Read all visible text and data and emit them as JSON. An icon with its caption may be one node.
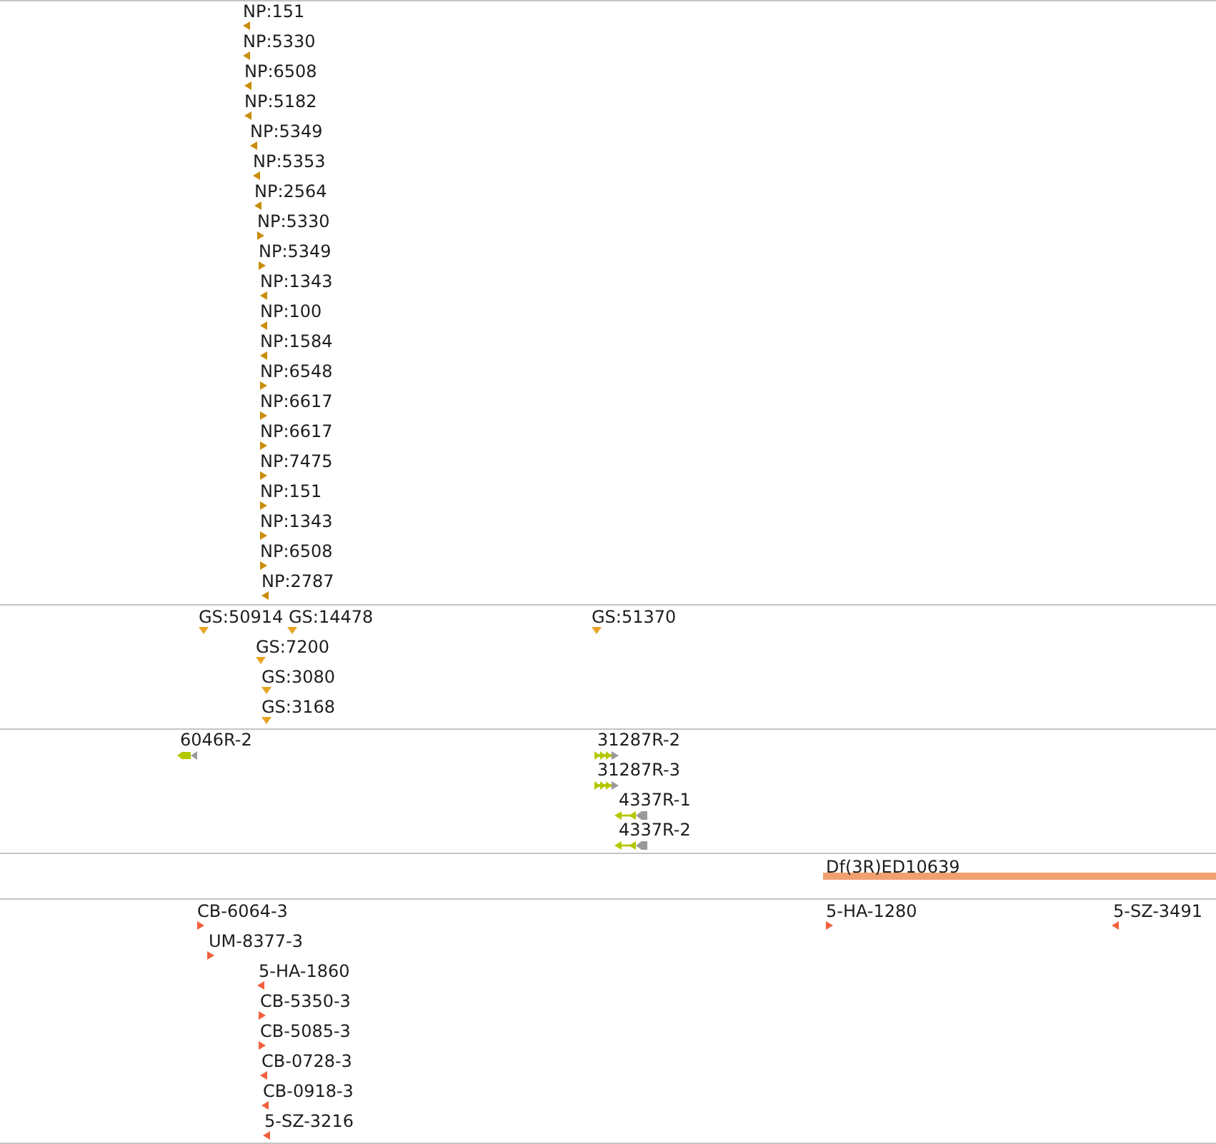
{
  "diagram": {
    "labels": [
      "NP:151",
      "NP:5330",
      "NP:6508",
      "NP:5182",
      "NP:5349",
      "NP:5353",
      "NP:2564",
      "NP:5330",
      "NP:5349",
      "NP:1343",
      "NP:100",
      "NP:1584",
      "NP:6548",
      "NP:6617",
      "NP:6617",
      "NP:7475",
      "NP:151",
      "NP:1343",
      "NP:6508",
      "NP:2787",
      "GS:50914",
      "GS:14478",
      "GS:51370",
      "GS:7200",
      "GS:3080",
      "GS:3168",
      "6046R-2",
      "31287R-2",
      "31287R-3",
      "4337R-1",
      "4337R-2",
      "Df(3R)ED10639",
      "CB-6064-3",
      "5-HA-1280",
      "5-SZ-3491",
      "UM-8377-3",
      "5-HA-1860",
      "CB-5350-3",
      "CB-5085-3",
      "CB-0728-3",
      "CB-0918-3",
      "5-SZ-3216"
    ]
  }
}
